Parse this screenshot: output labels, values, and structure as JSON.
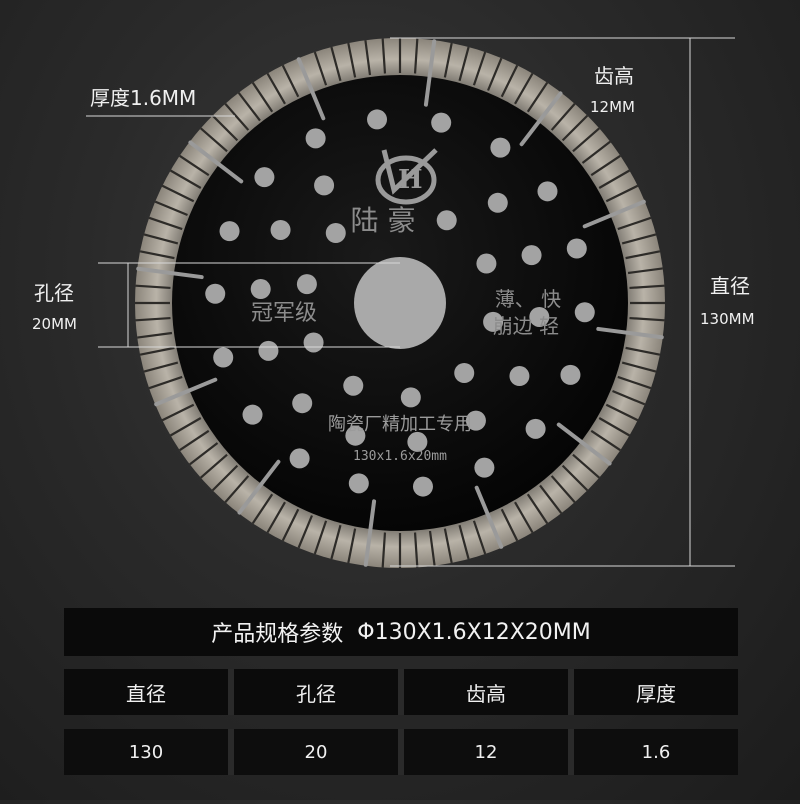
{
  "blade": {
    "brand_text": "陆 豪",
    "grade_text": "冠军级",
    "feature_line1": "薄、 快",
    "feature_line2": "崩边 轻",
    "usage_text": "陶瓷厂精加工专用",
    "size_text": "130x1.6x20mm"
  },
  "annotations": {
    "thickness": "厚度1.6MM",
    "tooth_label": "齿高",
    "tooth_value": "12MM",
    "bore_label": "孔径",
    "bore_value": "20MM",
    "diameter_label": "直径",
    "diameter_value": "130MM"
  },
  "spec": {
    "title": "产品规格参数",
    "formula": "Φ130X1.6X12X20MM",
    "headers": [
      "直径",
      "孔径",
      "齿高",
      "厚度"
    ],
    "values": [
      "130",
      "20",
      "12",
      "1.6"
    ]
  }
}
